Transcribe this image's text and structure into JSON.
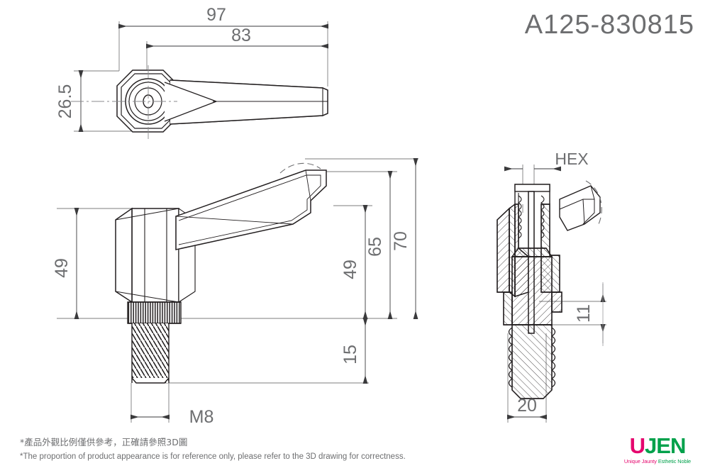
{
  "page": {
    "title": "A125-830815",
    "background": "#ffffff",
    "line_color": "#231f20",
    "dim_color": "#6d6e70"
  },
  "drawing": {
    "type": "engineering-drawing",
    "subject": "adjustable clamping lever with M8 threaded stud",
    "views": [
      {
        "name": "top-view",
        "label": ""
      },
      {
        "name": "front-view",
        "label": ""
      },
      {
        "name": "section-view",
        "label": ""
      }
    ]
  },
  "dimensions": {
    "top_overall_length": "97",
    "top_handle_length": "83",
    "top_hub_width": "26.5",
    "front_hub_height": "49",
    "front_lever_height": "49",
    "front_mid_height": "65",
    "front_total_height": "70",
    "front_thread_length": "15",
    "thread_spec": "M8",
    "hex_label": "HEX",
    "section_boss_height": "11",
    "section_boss_width": "20"
  },
  "footnotes": {
    "chinese": "*產品外觀比例僅供參考，正確請參照3D圖",
    "english": "*The proportion of product appearance is for reference only, please refer to the 3D drawing for correctness."
  },
  "logo": {
    "word_first": "U",
    "word_rest": "JEN",
    "tagline_first": "Unique Jaunty",
    "tagline_second": " Esthetic Noble",
    "color_pink": "#e5076e",
    "color_green": "#00a14b"
  }
}
